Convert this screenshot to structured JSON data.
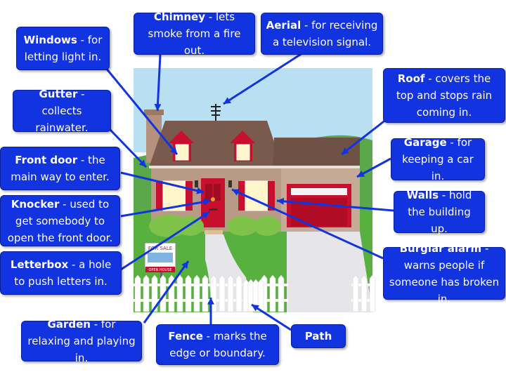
{
  "labels": {
    "windows": {
      "term": "Windows",
      "desc": " - for letting light in."
    },
    "chimney": {
      "term": "Chimney",
      "desc": " - lets smoke from a fire out."
    },
    "aerial": {
      "term": "Aerial",
      "desc": " - for receiving a television signal."
    },
    "roof": {
      "term": "Roof",
      "desc": " - covers the top and stops rain coming in."
    },
    "gutter": {
      "term": "Gutter",
      "desc": " - collects rainwater."
    },
    "front_door": {
      "term": "Front door",
      "desc": " - the main way to enter."
    },
    "garage": {
      "term": "Garage",
      "desc": " - for keeping a car in."
    },
    "knocker": {
      "term": "Knocker",
      "desc": " - used to get somebody to open the front door."
    },
    "walls": {
      "term": "Walls",
      "desc": " - hold the building up."
    },
    "letterbox": {
      "term": "Letterbox",
      "desc": " - a hole to push letters in."
    },
    "burglar_alarm": {
      "term": "Burglar alarm",
      "desc": " - warns people if someone has broken in."
    },
    "garden": {
      "term": "Garden",
      "desc": " - for relaxing and playing in."
    },
    "fence": {
      "term": "Fence",
      "desc": " - marks the edge or boundary."
    },
    "path": {
      "term": "Path",
      "desc": ""
    }
  },
  "sign": {
    "top": "FOR SALE",
    "bottom": "OPEN HOUSE"
  },
  "colors": {
    "label_bg": "#1233e0",
    "arrow": "#1233e0",
    "roof": "#7a5a4c",
    "trim": "#c8102e",
    "wall": "#b89a87",
    "sky": "#b9dff3",
    "grass": "#4fa83a"
  }
}
